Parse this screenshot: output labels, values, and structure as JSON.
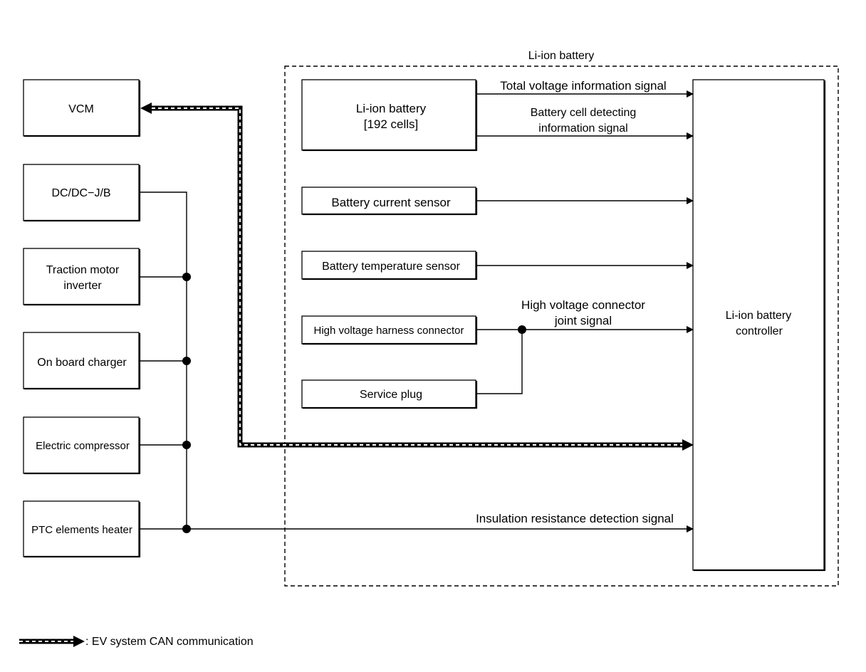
{
  "container": {
    "label": "Li-ion battery"
  },
  "left_components": {
    "vcm": "VCM",
    "dcdc_jb": "DC/DC−J/B",
    "traction_motor_inverter": [
      "Traction motor",
      "inverter"
    ],
    "on_board_charger": "On board charger",
    "electric_compressor": "Electric compressor",
    "ptc_elements_heater": "PTC elements heater"
  },
  "battery_components": {
    "li_ion_battery": [
      "Li-ion battery",
      "[192 cells]"
    ],
    "battery_current_sensor": "Battery current sensor",
    "battery_temperature_sensor": "Battery temperature sensor",
    "high_voltage_harness_connector": "High voltage harness connector",
    "service_plug": "Service plug",
    "controller": [
      "Li-ion battery",
      "controller"
    ]
  },
  "signals": {
    "total_voltage": "Total voltage information signal",
    "cell_detecting": [
      "Battery cell detecting",
      "information signal"
    ],
    "hv_connector_joint": [
      "High voltage connector",
      "joint signal"
    ],
    "insulation_resistance": "Insulation resistance detection signal"
  },
  "legend": {
    "label": ": EV system CAN communication"
  },
  "colors": {
    "line": "#000000",
    "background": "#ffffff"
  }
}
